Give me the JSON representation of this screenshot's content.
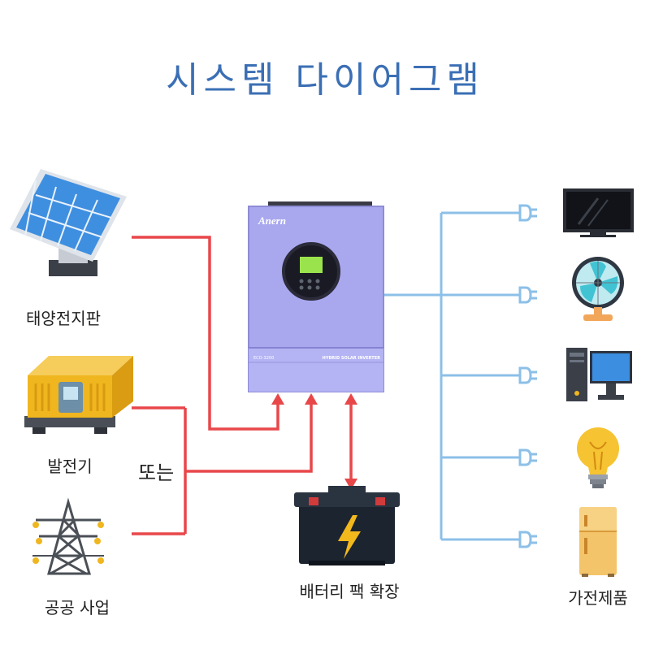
{
  "title": "시스템 다이어그램",
  "sources": {
    "solar": "태양전지판",
    "generator": "발전기",
    "or": "또는",
    "utility": "공공 사업"
  },
  "battery": "배터리 팩 확장",
  "appliances_label": "가전제품",
  "inverter": {
    "brand": "Anern",
    "model": "ECO-3200",
    "product": "HYBRID SOLAR INVERTER"
  },
  "colors": {
    "title": "#3b6fb5",
    "input_line": "#e8474a",
    "output_line": "#8cc0e8",
    "inverter_body": "#a9a8ef",
    "battery_body": "#1c2430",
    "bolt": "#f3b81c"
  },
  "icons": [
    "solar-panel-icon",
    "generator-icon",
    "power-tower-icon",
    "tv-icon",
    "fan-icon",
    "desktop-computer-icon",
    "light-bulb-icon",
    "refrigerator-icon",
    "plug-icon",
    "battery-icon"
  ]
}
